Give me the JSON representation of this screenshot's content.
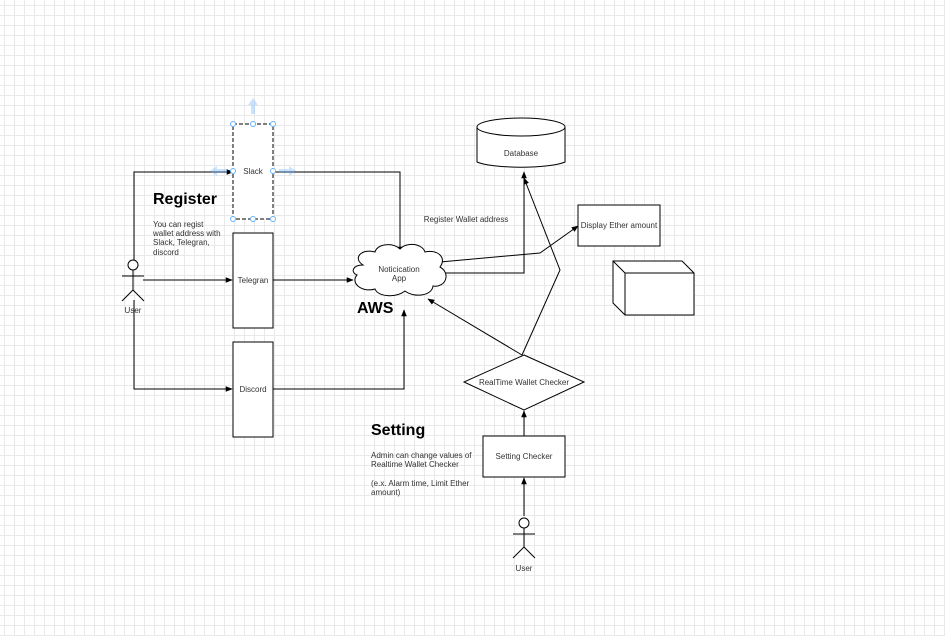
{
  "register": {
    "title": "Register",
    "desc_lines": [
      "You can regist",
      "wallet address with",
      "Slack, Telegran,",
      "discord"
    ]
  },
  "aws_label": "AWS",
  "setting": {
    "title": "Setting",
    "desc_lines": [
      "Admin can change values of",
      "Realtime Wallet Checker",
      "",
      "(e.x. Alarm time, Limit Ether",
      "amount)"
    ]
  },
  "nodes": {
    "slack": "Slack",
    "telegram": "Telegran",
    "discord": "Discord",
    "app_line1": "Noticication",
    "app_line2": "App",
    "database": "Database",
    "display": "Display Ether amount",
    "checker": "RealTime Wallet Checker",
    "setting_checker": "Setting Checker",
    "user_left": "User",
    "user_bottom": "User"
  },
  "edge_labels": {
    "register_wallet": "Register Wallet address"
  },
  "colors": {
    "selection": "#66b2ff",
    "stroke": "#000000",
    "grid": "#e9e9e9"
  }
}
